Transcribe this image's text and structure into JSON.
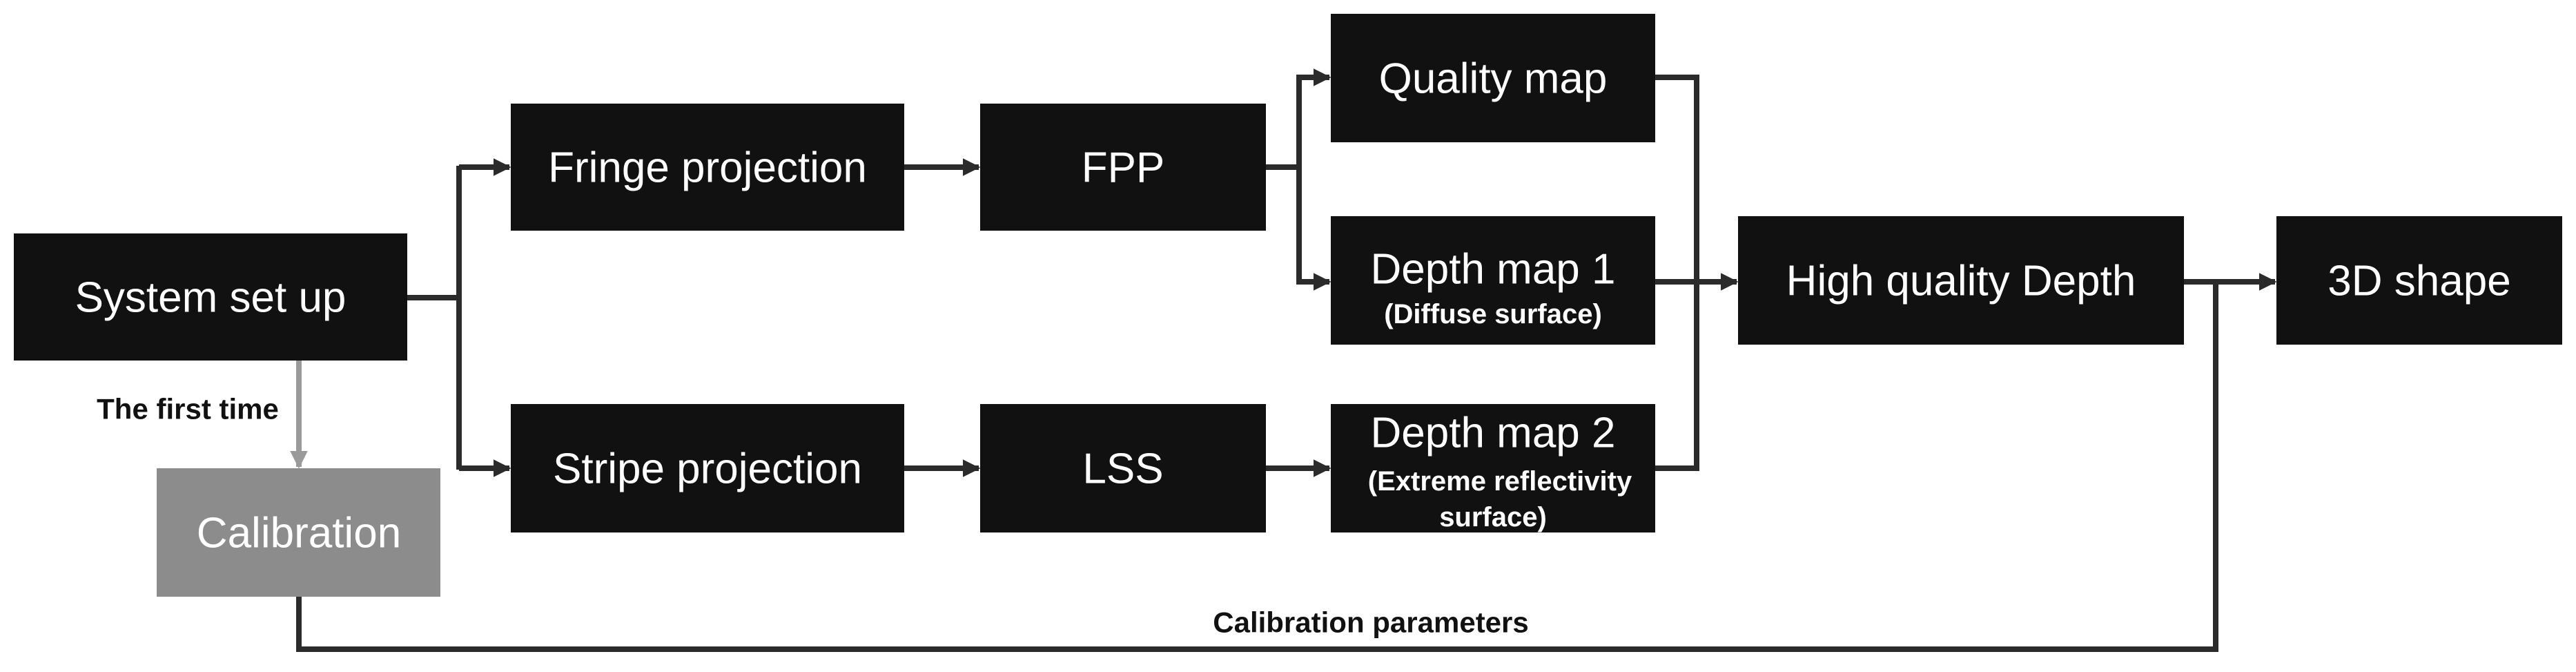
{
  "nodes": {
    "system_set_up": "System set up",
    "calibration": "Calibration",
    "fringe_projection": "Fringe projection",
    "stripe_projection": "Stripe projection",
    "fpp": "FPP",
    "lss": "LSS",
    "quality_map": "Quality map",
    "depth_map_1": "Depth map 1",
    "depth_map_1_note": "(Diffuse surface)",
    "depth_map_2": "Depth map 2",
    "depth_map_2_note_line1": "(Extreme reflectivity",
    "depth_map_2_note_line2": "surface)",
    "high_quality_depth": "High quality Depth",
    "shape_3d": "3D shape"
  },
  "edge_labels": {
    "first_time": "The first time",
    "calibration_parameters": "Calibration parameters"
  },
  "colors": {
    "box": "#111111",
    "calibration_box": "#8c8c8c",
    "connector": "#2b2b2b",
    "calibration_connector": "#9a9a9a",
    "text_on_box": "#ffffff",
    "label_text": "#111111"
  }
}
